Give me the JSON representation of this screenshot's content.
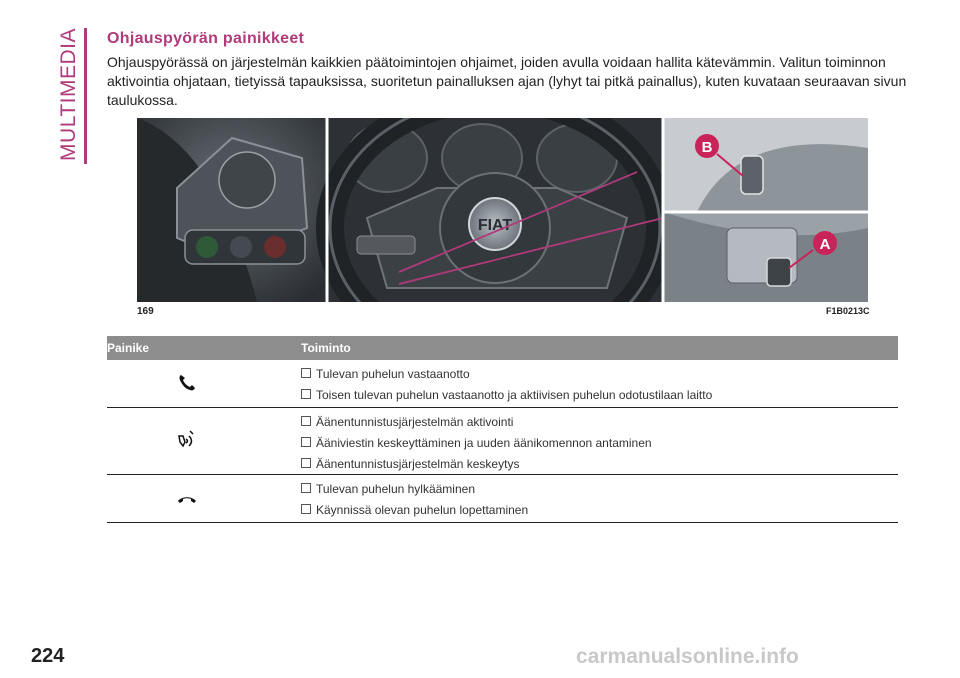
{
  "side_label": "MULTIMEDIA",
  "section": {
    "title": "Ohjauspyörän painikkeet",
    "intro": "Ohjauspyörässä on järjestelmän kaikkien päätoimintojen ohjaimet, joiden avulla voidaan hallita kätevämmin. Valitun toiminnon aktivointia ohjataan, tietyissä tapauksissa, suoritetun painalluksen ajan (lyhyt tai pitkä painallus), kuten kuvataan seuraavan sivun taulukossa."
  },
  "figure": {
    "number": "169",
    "code": "F1B0213C",
    "callouts": [
      "B",
      "A"
    ],
    "logo_text": "FIAT"
  },
  "table": {
    "headers": [
      "Painike",
      "Toiminto"
    ],
    "rows": [
      {
        "icon": "phone-answer-icon",
        "items": [
          "Tulevan puhelun vastaanotto",
          "Toisen tulevan puhelun vastaanotto ja aktiivisen puhelun odotustilaan laitto"
        ]
      },
      {
        "icon": "voice-command-icon",
        "items": [
          "Äänentunnistusjärjestelmän aktivointi",
          "Ääniviestin keskeyttäminen ja uuden äänikomennon antaminen",
          "Äänentunnistusjärjestelmän keskeytys"
        ]
      },
      {
        "icon": "phone-hangup-icon",
        "items": [
          "Tulevan puhelun hylkääminen",
          "Käynnissä olevan puhelun lopettaminen"
        ]
      }
    ]
  },
  "page_number": "224",
  "watermark": "carmanualsonline.info",
  "colors": {
    "accent": "#b03a7a",
    "table_header": "#8d8d8d",
    "callout": "#c8245a"
  }
}
